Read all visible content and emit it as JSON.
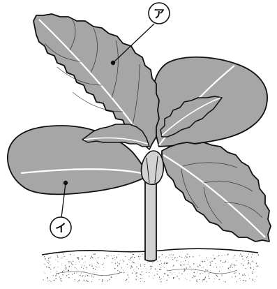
{
  "diagram": {
    "subject": "seedling",
    "colors": {
      "leaf_fill": "#a6a6a6",
      "leaf_outline": "#111111",
      "vein": "#ffffff",
      "stem_fill": "#d2d2d2",
      "soil_dots": "#555555",
      "background": "#ffffff"
    },
    "labels": {
      "true_leaf": "ア",
      "cotyledon": "イ"
    }
  }
}
